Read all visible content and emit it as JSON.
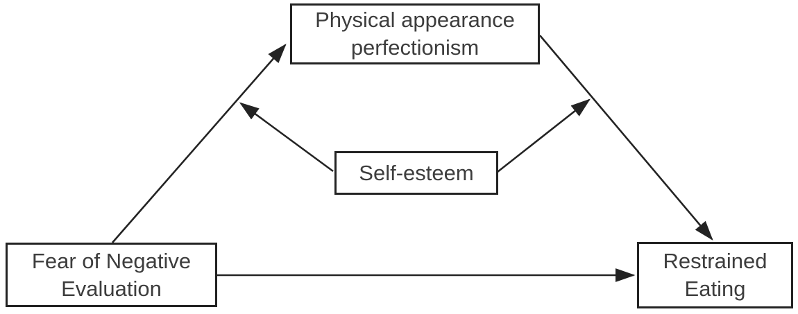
{
  "colors": {
    "background": "#ffffff",
    "box_fill": "#ffffff",
    "box_border": "#232323",
    "arrow": "#232323",
    "text": "#3d3d3d"
  },
  "diagram": {
    "type": "path-model",
    "nodes": {
      "pap": {
        "label": "Physical appearance perfectionism"
      },
      "se": {
        "label": "Self-esteem"
      },
      "fne": {
        "label": "Fear of Negative Evaluation"
      },
      "re": {
        "label": "Restrained Eating"
      }
    },
    "edges": [
      {
        "from": "fne",
        "to": "pap"
      },
      {
        "from": "pap",
        "to": "re"
      },
      {
        "from": "fne",
        "to": "re"
      },
      {
        "from": "se",
        "to": "path:fne-pap"
      },
      {
        "from": "se",
        "to": "path:pap-re"
      }
    ]
  }
}
